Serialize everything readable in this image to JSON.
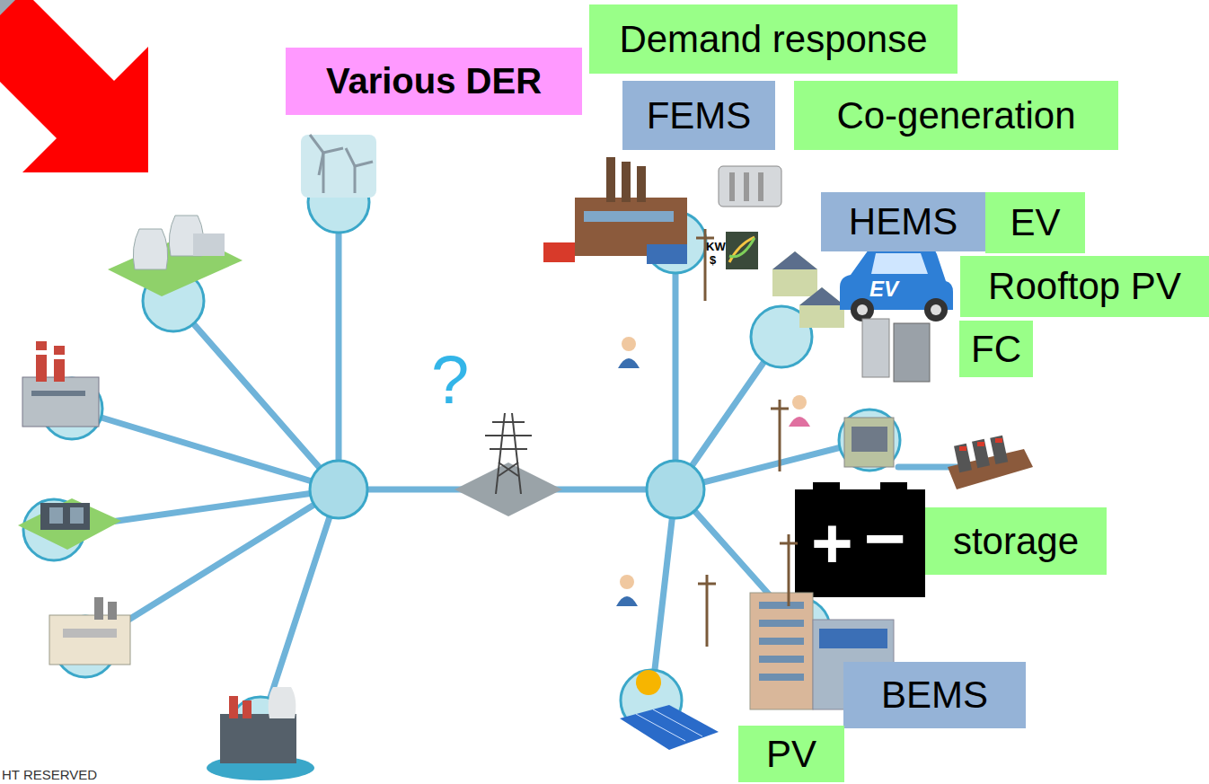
{
  "diagram": {
    "nodes": [
      {
        "text": [
          "Demand response"
        ]
      },
      {
        "text": [
          "Various DER"
        ]
      },
      {
        "text": [
          "FEMS"
        ]
      },
      {
        "text": [
          "Co-generation"
        ]
      },
      {
        "text": [
          "HEMS"
        ]
      },
      {
        "text": [
          "EV"
        ]
      },
      {
        "text": [
          "Rooftop PV"
        ]
      },
      {
        "text": [
          "FC"
        ]
      },
      {
        "text": [
          "storage"
        ]
      },
      {
        "text": [
          "BEMS"
        ]
      },
      {
        "text": [
          "PV"
        ]
      }
    ],
    "labels": [
      "?",
      "KW",
      "$",
      "EV",
      "+",
      "−",
      "HT RESERVED"
    ]
  }
}
